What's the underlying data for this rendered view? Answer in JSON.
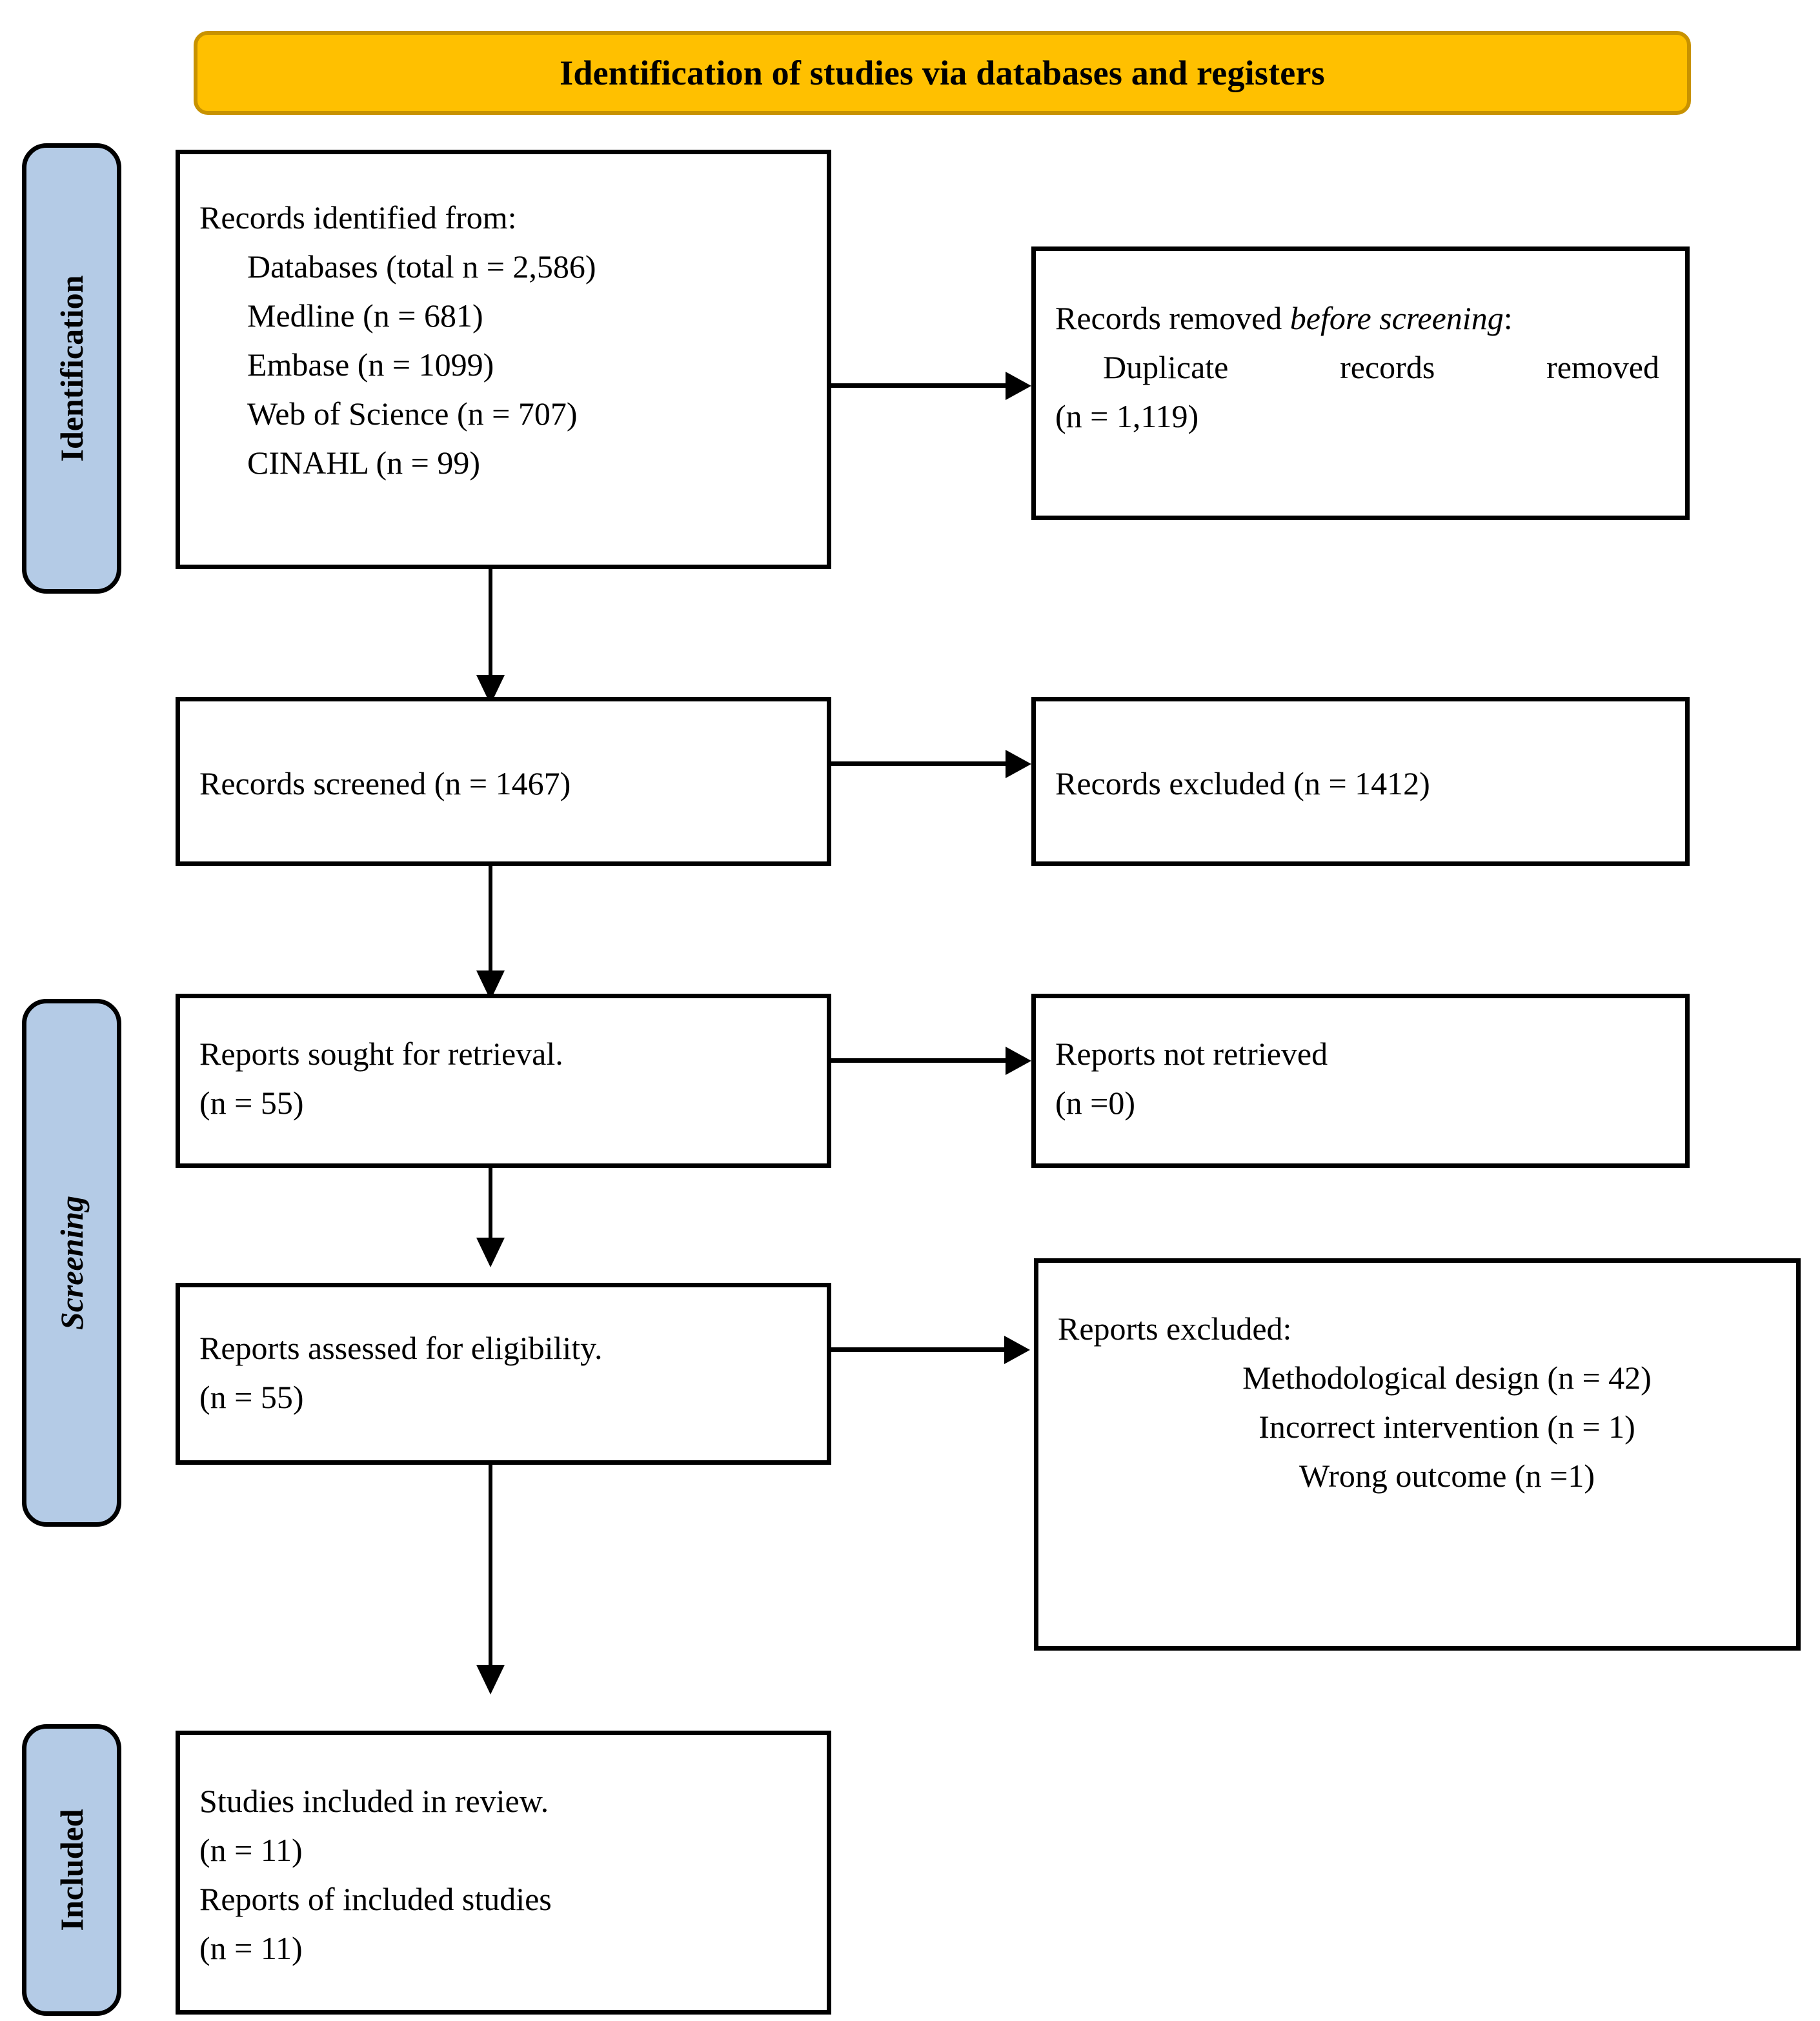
{
  "banner": {
    "title": "Identification of studies via databases and registers"
  },
  "stage_labels": [
    {
      "name": "identification",
      "text": "Identification",
      "style": "bold"
    },
    {
      "name": "screening",
      "text": "Screening",
      "style": "bold-italic"
    },
    {
      "name": "included",
      "text": "Included",
      "style": "bold"
    }
  ],
  "boxes": {
    "records_identified": {
      "heading": "Records identified from:",
      "items": [
        "Databases (total n = 2,586)",
        "Medline (n = 681)",
        "Embase (n = 1099)",
        "Web of Science (n = 707)",
        "CINAHL (n = 99)"
      ]
    },
    "records_removed": {
      "heading_plain": "Records removed ",
      "heading_italic": "before screening",
      "heading_tail": ":",
      "detail": "Duplicate records removed",
      "count": "(n = 1,119)"
    },
    "records_screened": {
      "line1": "Records screened (n = 1467)"
    },
    "records_excluded": {
      "line1": "Records excluded (n = 1412)"
    },
    "reports_sought": {
      "line1": "Reports sought for retrieval.",
      "line2": "(n = 55)"
    },
    "reports_not_retrieved": {
      "line1": "Reports not retrieved",
      "line2": "(n =0)"
    },
    "reports_assessed": {
      "line1": "Reports assessed for eligibility.",
      "line2": "(n = 55)"
    },
    "reports_excluded": {
      "heading": "Reports excluded:",
      "reasons": [
        "Methodological design (n = 42)",
        "Incorrect intervention (n = 1)",
        "Wrong outcome (n =1)"
      ]
    },
    "studies_included": {
      "line1": "Studies included in review.",
      "line2": "(n = 11)",
      "line3": "Reports of included studies",
      "line4": "(n = 11)"
    }
  },
  "colors": {
    "banner_fill": "#FFC000",
    "banner_border": "#C89200",
    "stage_label_fill": "#B4CBE6",
    "line": "#000000",
    "box_fill": "#FFFFFF"
  }
}
